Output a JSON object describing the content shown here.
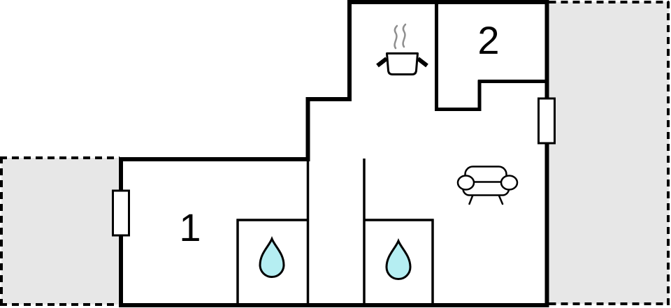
{
  "plan": {
    "colors": {
      "paper": "#ffffff",
      "wall": "#000000",
      "terrace": "#e7e7e7",
      "water": "#b5eef2",
      "steam": "#8f8f8f"
    },
    "rooms": [
      {
        "id": "room-1",
        "label": "1"
      },
      {
        "id": "room-2",
        "label": "2"
      }
    ],
    "icons": [
      {
        "name": "cooking-pot-icon"
      },
      {
        "name": "steam-icon"
      },
      {
        "name": "sofa-icon"
      },
      {
        "name": "water-drop-icon"
      },
      {
        "name": "water-drop-icon"
      }
    ]
  }
}
